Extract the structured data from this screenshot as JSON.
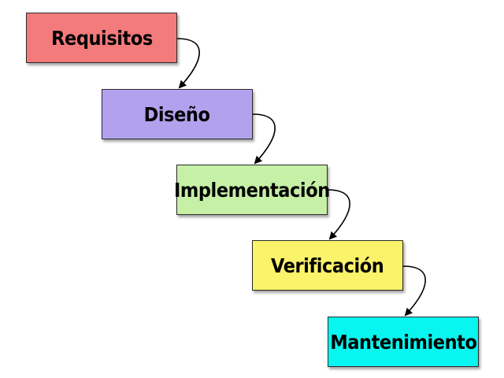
{
  "diagram": {
    "stages": [
      {
        "label": "Requisitos",
        "color": "#f47b7b"
      },
      {
        "label": "Diseño",
        "color": "#b2a2ee"
      },
      {
        "label": "Implementación",
        "color": "#c6f0a6"
      },
      {
        "label": "Verificación",
        "color": "#fbf36a"
      },
      {
        "label": "Mantenimiento",
        "color": "#08f5f0"
      }
    ],
    "connector_color": "#000000"
  }
}
